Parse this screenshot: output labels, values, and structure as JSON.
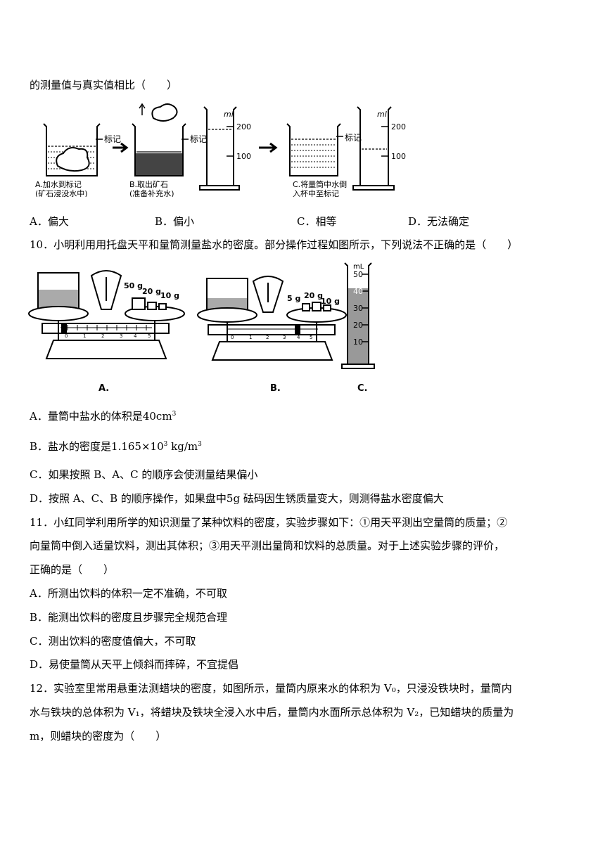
{
  "q9": {
    "stem_tail": "的测量值与真实值相比（　　）",
    "figure": {
      "unit": "ml",
      "tick_200": "200",
      "tick_100": "100",
      "mark_label": "标记",
      "caption_a1": "A.加水到标记",
      "caption_a2": "(矿石浸没水中)",
      "caption_b1": "B.取出矿石",
      "caption_b2": "(准备补充水)",
      "caption_c1": "C.将量筒中水倒",
      "caption_c2": "入杯中至标记"
    },
    "options": [
      "A．偏大",
      "B．偏小",
      "C．相等",
      "D．无法确定"
    ]
  },
  "q10": {
    "stem": "10．小明利用用托盘天平和量筒测量盐水的密度。部分操作过程如图所示，下列说法不正确的是（　　）",
    "figure": {
      "a_w50": "50 g",
      "a_w20": "20 g",
      "a_w10": "10 g",
      "b_w5": "5 g",
      "b_w20": "20 g",
      "b_w10": "10 g",
      "cyl_unit": "mL",
      "cyl_ticks": [
        "50",
        "40",
        "30",
        "20",
        "10"
      ],
      "scale_nums": [
        "0",
        "1",
        "2",
        "3",
        "4",
        "5"
      ],
      "label_a": "A.",
      "label_b": "B.",
      "label_c": "C."
    },
    "optA_pre": "A．量筒中盐水的体积是",
    "optA_val": "40cm",
    "optA_sup": "3",
    "optB_pre": "B．盐水的密度是",
    "optB_val": "1.165×10",
    "optB_sup1": "3",
    "optB_unit": " kg/m",
    "optB_sup2": "3",
    "optC": "C．如果按照 B、A、C 的顺序会使测量结果偏小",
    "optD": "D．按照 A、C、B 的顺序操作，如果盘中5g 砝码因生锈质量变大，则测得盐水密度偏大"
  },
  "q11": {
    "line1": "11．小红同学利用所学的知识测量了某种饮料的密度，实验步骤如下：①用天平测出空量筒的质量；②",
    "line2": "向量筒中倒入适量饮料，测出其体积；③用天平测出量筒和饮料的总质量。对于上述实验步骤的评价，",
    "line3": "正确的是（　　）",
    "optA": "A．所测出饮料的体积一定不准确，不可取",
    "optB": "B．能测出饮料的密度且步骤完全规范合理",
    "optC": "C．测出饮料的密度值偏大，不可取",
    "optD": "D．易使量筒从天平上倾斜而摔碎，不宜提倡"
  },
  "q12": {
    "line1": "12．实验室里常用悬重法测蜡块的密度，如图所示，量筒内原来水的体积为 V₀，只浸没铁块时，量筒内",
    "line2": "水与铁块的总体积为 V₁，将蜡块及铁块全浸入水中后，量筒内水面所示总体积为 V₂，已知蜡块的质量为",
    "line3": "m，则蜡块的密度为（　　）"
  }
}
